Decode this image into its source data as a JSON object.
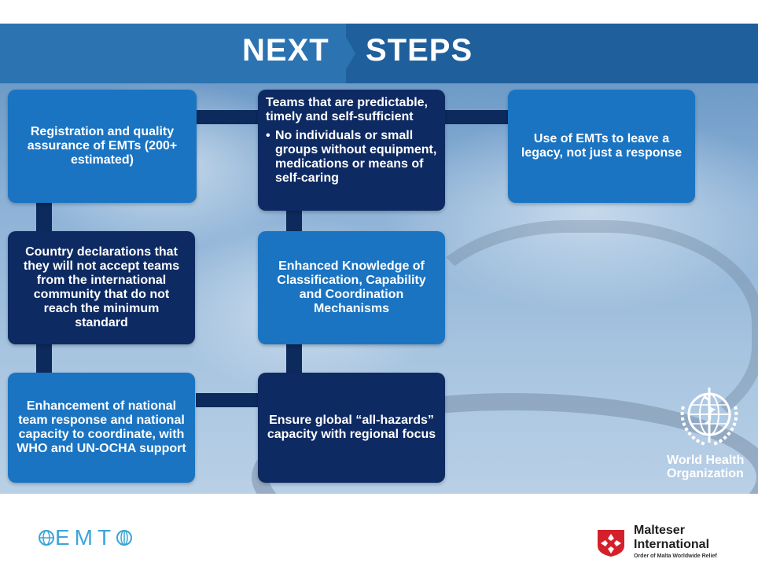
{
  "title": {
    "left": "NEXT",
    "right": "STEPS"
  },
  "boxes": {
    "registration": "Registration and quality assurance of EMTs (200+ estimated)",
    "teams_heading": "Teams that are predictable, timely and self-sufficient",
    "teams_bullet": "No individuals or small groups without equipment, medications or means of self-caring",
    "legacy": "Use of EMTs to leave a legacy, not just a response",
    "country": "Country declarations that they will not accept teams from the international community that do not reach the minimum standard",
    "knowledge": "Enhanced Knowledge of Classification, Capability and Coordination Mechanisms",
    "national": "Enhancement of national team response and national capacity to coordinate, with WHO and UN-OCHA support",
    "global": "Ensure global “all-hazards” capacity with regional focus"
  },
  "who_logo": {
    "line1": "World Health",
    "line2": "Organization"
  },
  "emt_logo": {
    "text": "EMT"
  },
  "malteser": {
    "line1": "Malteser",
    "line2": "International",
    "tagline": "Order of Malta Worldwide Relief"
  },
  "colors": {
    "box_light": "#1a74c2",
    "box_dark": "#0e2a63",
    "title_band": "#2c73b2",
    "connector": "#0d2a5c"
  }
}
